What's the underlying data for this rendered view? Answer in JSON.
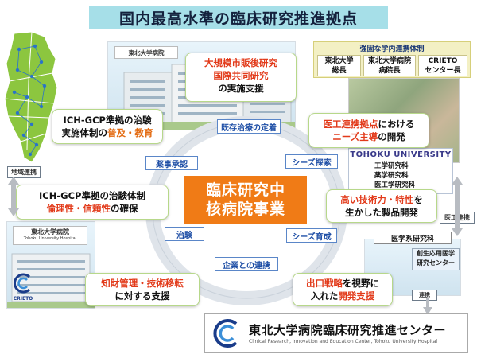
{
  "title": "国内最高水準の臨床研究推進拠点",
  "core": {
    "line1": "臨床研究中",
    "line2": "核病院事業"
  },
  "callouts": {
    "c1": {
      "line1": "大規模市販後研究",
      "line2": "国際共同研究",
      "line3": "の実施支援"
    },
    "c2": {
      "line1": "ICH-GCP準拠の治験",
      "line2_plain": "実施体制の",
      "line2_em1": "普及",
      "line2_mid": "・",
      "line2_em2": "教育"
    },
    "c3": {
      "line1": "ICH-GCP準拠の治験体制",
      "em1": "倫理性",
      "mid": "・",
      "em2": "信頼性",
      "tail": "の確保"
    },
    "c4": {
      "em1": "医工連携拠点",
      "plain1": "における",
      "em2": "ニーズ主導",
      "plain2": "の開発"
    },
    "c5": {
      "em1": "高い技術力・特性",
      "plain1": "を",
      "line2": "生かした製品開発"
    },
    "c6": {
      "em1": "知財管理・技術移転",
      "line2": "に対する支援"
    },
    "c7": {
      "em1": "出口戦略",
      "plain1": "を視野に",
      "line2_plain": "入れた",
      "line2_em": "開発支援"
    }
  },
  "ring_labels": {
    "r1": "既存治療の定着",
    "r2": "薬事承認",
    "r3": "シーズ探索",
    "r4": "治験",
    "r5": "シーズ育成",
    "r6": "企業との連携"
  },
  "tags": {
    "local": "地域連携",
    "med_eng": "医工連携",
    "renkei": "連携"
  },
  "leadership": {
    "title": "強固な学内連携体制",
    "cells": [
      {
        "top": "東北大学",
        "bottom": "総長"
      },
      {
        "top": "東北大学病院",
        "bottom": "病院長"
      },
      {
        "top": "CRIETO",
        "bottom": "センター長"
      }
    ]
  },
  "university": {
    "name": "TOHOKU UNIVERSITY",
    "departments": [
      "工学研究科",
      "薬学研究科",
      "医工学研究科"
    ]
  },
  "research": {
    "title": "医学系研究科",
    "box_line1": "創生応用医学",
    "box_line2": "研究センター"
  },
  "signs": {
    "hospital1": "東北大学病院",
    "hospital2_jp": "東北大学病院",
    "hospital2_en": "Tohoku University Hospital",
    "crieto": "CRIETO"
  },
  "footer": {
    "main": "東北大学病院臨床研究推進センター",
    "sub": "Clinical Research, Innovation and Education Center, Tohoku University Hospital"
  },
  "colors": {
    "title_bg": "#a6dfe8",
    "core_bg": "#f07b16",
    "emphasis_red": "#e23a1a",
    "emphasis_orange": "#e36a10",
    "ring_blue": "#5a86c8"
  }
}
